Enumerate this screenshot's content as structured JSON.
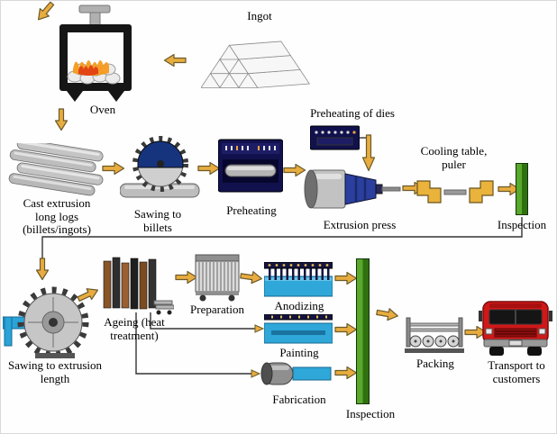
{
  "labels": {
    "ingot": "Ingot",
    "oven": "Oven",
    "cast_logs": "Cast extrusion long logs (billets/ingots)",
    "sawing_billets": "Sawing to billets",
    "preheating": "Preheating",
    "preheating_dies": "Preheating of dies",
    "extrusion_press": "Extrusion press",
    "cooling_table": "Cooling table, puler",
    "inspection1": "Inspection",
    "sawing_length": "Sawing to extrusion length",
    "ageing": "Ageing (heat treatment)",
    "preparation": "Preparation",
    "anodizing": "Anodizing",
    "painting": "Painting",
    "fabrication": "Fabrication",
    "inspection2": "Inspection",
    "packing": "Packing",
    "transport": "Transport to customers"
  },
  "colors": {
    "arrow_fill": "#E8AC3F",
    "arrow_outline": "#6b5a2a",
    "inspection_green_light": "#5aa82c",
    "inspection_green_dark": "#2f7110",
    "tank_blue": "#2fa7d9",
    "machine_navy": "#11114d",
    "saw_guard_blue": "#16347e",
    "press_cone_blue": "#2b3f9e",
    "truck_red": "#cf1818",
    "connector_line": "#333333"
  }
}
